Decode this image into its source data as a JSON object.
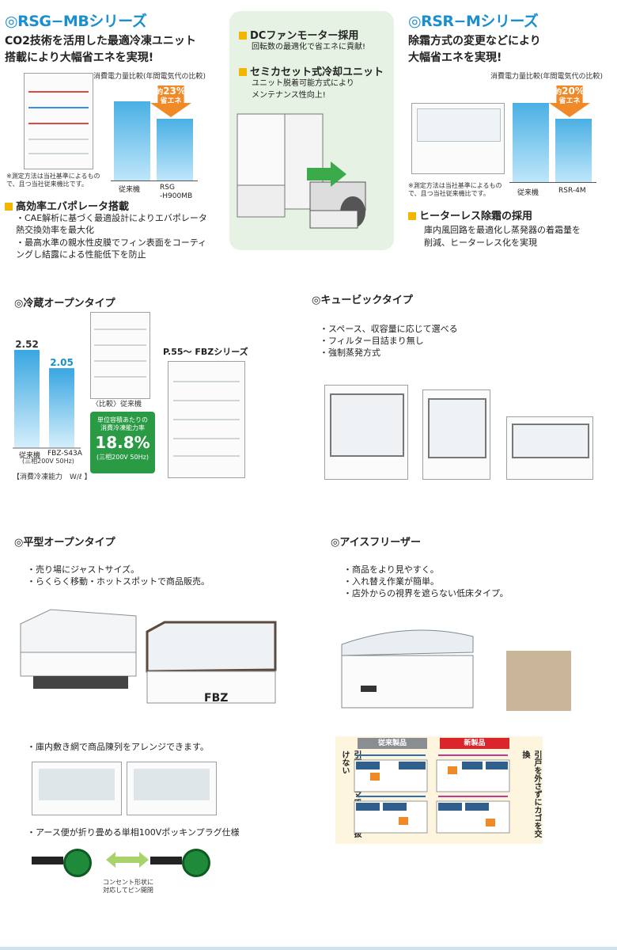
{
  "rsg": {
    "title": "◎RSG−MBシリーズ",
    "line1": "CO2技術を活用した最適冷凍ユニット",
    "line2": "搭載により大幅省エネを実現!",
    "chart_caption": "消費電力量比較(年間電気代の比較)",
    "badge_prefix": "約",
    "badge_value": "23%",
    "badge_suffix": "省エネ",
    "note": "※測定方法は当社基準によるもので、且つ当社従来機比です。",
    "label_old": "従来機",
    "label_new_1": "RSG",
    "label_new_2": "-H900MB",
    "feature_head": "高効率エバポレータ搭載",
    "feature_items": [
      "・CAE解析に基づく最適設計によりエバポレータ熱交換効率を最大化",
      "・最高水準の親水性皮膜でフィン表面をコーティングし結露による性能低下を防止"
    ]
  },
  "center": {
    "head1": "DCファンモーター採用",
    "text1": "回転数の最適化で省エネに貢献!",
    "head2": "セミカセット式冷却ユニット",
    "text2a": "ユニット脱着可能方式により",
    "text2b": "メンテナンス性向上!"
  },
  "rsr": {
    "title": "◎RSR−Mシリーズ",
    "line1": "除霜方式の変更などにより",
    "line2": "大幅省エネを実現!",
    "chart_caption": "消費電力量比較(年間電気代の比較)",
    "badge_prefix": "約",
    "badge_value": "20%",
    "badge_suffix": "省エネ",
    "note": "※測定方法は当社基準によるもので、且つ当社従来機比です。",
    "label_old": "従来機",
    "label_new": "RSR-4M",
    "feature_head": "ヒーターレス除霜の採用",
    "feature_text1": "庫内風回路を最適化し蒸発器の着霜量を",
    "feature_text2": "削減、ヒーターレス化を実現"
  },
  "reizo": {
    "title": "◎冷蔵オープンタイプ",
    "series_label": "P.55〜 FBZシリーズ",
    "compare_caption": "〈比較〉従来機",
    "badge_line1": "単位容積あたりの",
    "badge_line2": "消費冷凍能力率",
    "badge_value": "18.8%",
    "badge_cond": "(三相200V 50Hz)",
    "label_old": "従来機",
    "label_new": "FBZ-S43A",
    "label_cond": "(三相200V 50Hz)",
    "footnote": "【消費冷凍能力　W/ℓ 】"
  },
  "cubic": {
    "title": "◎キュービックタイプ",
    "items": [
      "・スペース、収容量に応じて選べる",
      "・フィルター目詰まり無し",
      "・強制蒸発方式"
    ]
  },
  "flat": {
    "title": "◎平型オープンタイプ",
    "items": [
      "・売り場にジャストサイズ。",
      "・らくらく移動・ホットスポットで商品販売。"
    ],
    "fbz_label": "FBZ",
    "net_text": "・庫内敷き網で商品陳列をアレンジできます。",
    "plug_text": "・アース便が折り畳める単相100Vポッキンプラグ仕様",
    "plug_caption1": "コンセント形状に",
    "plug_caption2": "対応してピン開閉"
  },
  "ice": {
    "title": "◎アイスフリーザー",
    "items": [
      "・商品をより見やすく。",
      "・入れ替え作業が簡単。",
      "・店外からの視界を遮らない低床タイプ。"
    ],
    "old_label": "従来製品",
    "new_label": "新製品",
    "left_vertical": "引戸がジャマでカゴが抜けない",
    "right_vertical": "引戸を外さずにカゴを交換"
  },
  "chart_data": [
    {
      "type": "bar",
      "categories": [
        "従来機",
        "FBZ-S43A"
      ],
      "values": [
        2.52,
        2.05
      ],
      "ylabel": "消費冷凍能力 W/ℓ"
    }
  ]
}
